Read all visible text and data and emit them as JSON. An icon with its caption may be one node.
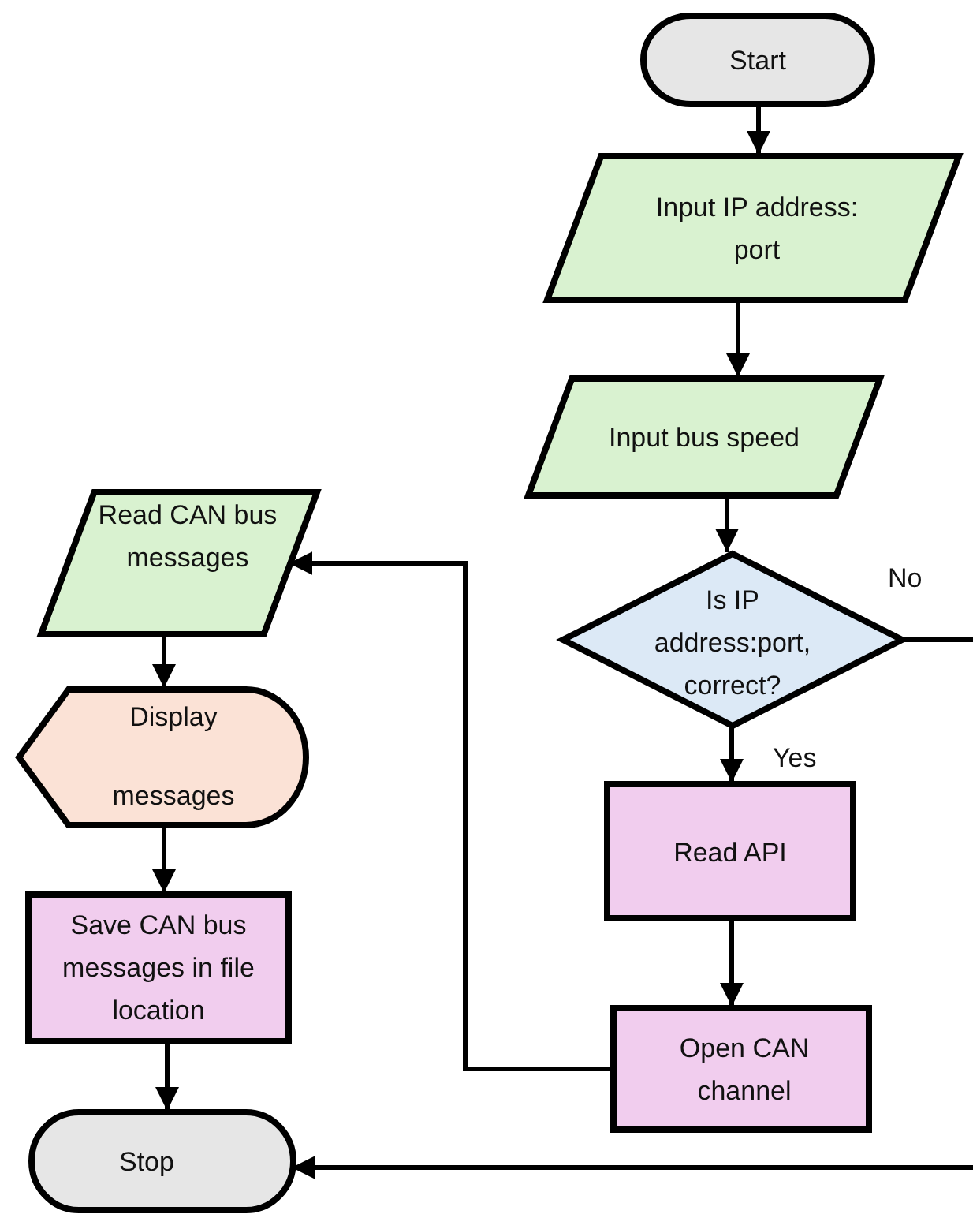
{
  "diagram": {
    "nodes": [
      {
        "text": [
          "Start"
        ]
      },
      {
        "text": [
          "Input IP address: port"
        ]
      },
      {
        "text": [
          "Input bus speed"
        ]
      },
      {
        "text": [
          "Is IP address:port, correct?"
        ]
      },
      {
        "text": [
          "Read API"
        ]
      },
      {
        "text": [
          "Open CAN channel"
        ]
      },
      {
        "text": [
          "Read CAN bus messages"
        ]
      },
      {
        "text": [
          "Display messages"
        ]
      },
      {
        "text": [
          "Save CAN bus messages in file location"
        ]
      },
      {
        "text": [
          "Stop"
        ]
      }
    ],
    "edges": [
      {
        "from": 0,
        "to": 1,
        "arrow": "to"
      },
      {
        "from": 1,
        "to": 2,
        "arrow": "to"
      },
      {
        "from": 2,
        "to": 3,
        "arrow": "to"
      },
      {
        "from": 3,
        "to": 4,
        "arrow": "to",
        "label": "Yes"
      },
      {
        "from": 4,
        "to": 5,
        "arrow": "to"
      },
      {
        "from": 5,
        "to": 6,
        "arrow": "to"
      },
      {
        "from": 6,
        "to": 7,
        "arrow": "to"
      },
      {
        "from": 7,
        "to": 8,
        "arrow": "to"
      },
      {
        "from": 8,
        "to": 9,
        "arrow": "to"
      },
      {
        "from": 3,
        "to": null,
        "arrow": "none",
        "label": "No"
      },
      {
        "from": null,
        "to": 9,
        "arrow": "to"
      }
    ]
  }
}
